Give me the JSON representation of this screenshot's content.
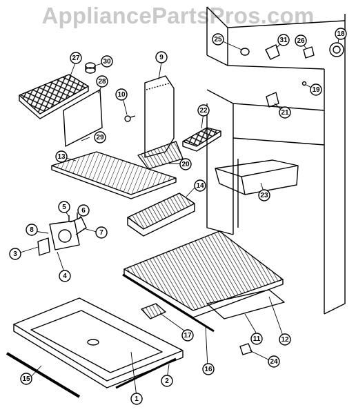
{
  "watermark": "AppliancePartsPros.com",
  "diagram": {
    "type": "exploded parts diagram",
    "callouts": [
      {
        "id": "c1",
        "label": "1"
      },
      {
        "id": "c2",
        "label": "2"
      },
      {
        "id": "c3",
        "label": "3"
      },
      {
        "id": "c4",
        "label": "4"
      },
      {
        "id": "c5",
        "label": "5"
      },
      {
        "id": "c6",
        "label": "6"
      },
      {
        "id": "c7",
        "label": "7"
      },
      {
        "id": "c8",
        "label": "8"
      },
      {
        "id": "c9",
        "label": "9"
      },
      {
        "id": "c10",
        "label": "10"
      },
      {
        "id": "c11",
        "label": "11"
      },
      {
        "id": "c12",
        "label": "12"
      },
      {
        "id": "c13",
        "label": "13"
      },
      {
        "id": "c14",
        "label": "14"
      },
      {
        "id": "c15",
        "label": "15"
      },
      {
        "id": "c16",
        "label": "16"
      },
      {
        "id": "c17",
        "label": "17"
      },
      {
        "id": "c18",
        "label": "18"
      },
      {
        "id": "c19",
        "label": "19"
      },
      {
        "id": "c20",
        "label": "20"
      },
      {
        "id": "c21",
        "label": "21"
      },
      {
        "id": "c22",
        "label": "22"
      },
      {
        "id": "c23",
        "label": "23"
      },
      {
        "id": "c24",
        "label": "24"
      },
      {
        "id": "c25",
        "label": "25"
      },
      {
        "id": "c26",
        "label": "26"
      },
      {
        "id": "c27",
        "label": "27"
      },
      {
        "id": "c28",
        "label": "28"
      },
      {
        "id": "c29",
        "label": "29"
      },
      {
        "id": "c30",
        "label": "30"
      },
      {
        "id": "c31",
        "label": "31"
      }
    ]
  }
}
